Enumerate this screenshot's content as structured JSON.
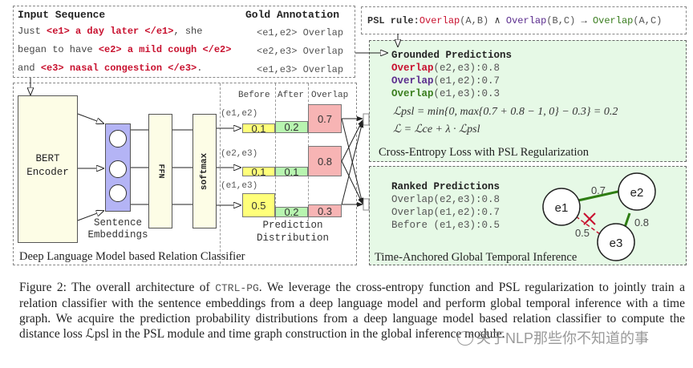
{
  "input_panel": {
    "title": "Input Sequence",
    "gold_title": "Gold Annotation",
    "lines": [
      {
        "pre": "Just ",
        "tagged": "<e1> a day later </e1>",
        "post": ", she"
      },
      {
        "pre": "began to have ",
        "tagged": "<e2> a mild cough </e2>",
        "post": ""
      },
      {
        "pre": "and ",
        "tagged": "<e3> nasal congestion </e3>",
        "post": "."
      }
    ],
    "gold": [
      "<e1,e2> Overlap",
      "<e2,e3> Overlap",
      "<e1,e3> Overlap"
    ]
  },
  "psl_rule": {
    "label": "PSL rule:",
    "term1": "Overlap",
    "args1": "(A,B)",
    "and": " ∧ ",
    "term2": "Overlap",
    "args2": "(B,C)",
    "arrow": " → ",
    "term3": "Overlap",
    "args3": "(A,C)"
  },
  "grounded": {
    "title": "Grounded Predictions",
    "items": [
      {
        "rel": "Overlap",
        "args": "(e2,e3):0.8",
        "color": "#c8102e"
      },
      {
        "rel": "Overlap",
        "args": "(e1,e2):0.7",
        "color": "#5b2d8e"
      },
      {
        "rel": "Overlap",
        "args": "(e1,e3):0.3",
        "color": "#3a7d1e"
      }
    ],
    "eq1": "ℒpsl = min{0, max{0.7 + 0.8 − 1, 0} − 0.3} = 0.2",
    "eq2": "ℒ = ℒce + λ · ℒpsl",
    "panel_label": "Cross-Entropy Loss with PSL Regularization"
  },
  "ranked": {
    "title": "Ranked Predictions",
    "items": [
      "Overlap(e2,e3):0.8",
      "Overlap(e1,e2):0.7",
      "Before (e1,e3):0.5"
    ],
    "panel_label": "Time-Anchored Global Temporal Inference"
  },
  "graph": {
    "nodes": [
      "e1",
      "e2",
      "e3"
    ],
    "edges": [
      {
        "from": "e1",
        "to": "e2",
        "weight": "0.7",
        "kept": true
      },
      {
        "from": "e2",
        "to": "e3",
        "weight": "0.8",
        "kept": true
      },
      {
        "from": "e1",
        "to": "e3",
        "weight": "0.5",
        "kept": false
      }
    ],
    "kept_color": "#2e7d12",
    "removed_color": "#c8102e"
  },
  "classifier": {
    "bert_label": [
      "BERT",
      "Encoder"
    ],
    "ffn_label": "FFN",
    "softmax_label": "softmax",
    "embeddings_label": [
      "Sentence",
      "Embeddings"
    ],
    "distribution_label": [
      "Prediction",
      "Distribution"
    ],
    "columns": [
      "Before",
      "After",
      "Overlap"
    ],
    "pairs": [
      {
        "name": "(e1,e2)",
        "before": "0.1",
        "after": "0.2",
        "overlap": "0.7"
      },
      {
        "name": "(e2,e3)",
        "before": "0.1",
        "after": "0.1",
        "overlap": "0.8"
      },
      {
        "name": "(e1,e3)",
        "before": "0.5",
        "after": "0.2",
        "overlap": "0.3"
      }
    ],
    "panel_label": "Deep Language Model based Relation Classifier"
  },
  "caption": {
    "prefix": "Figure 2: The overall architecture of ",
    "model": "CTRL-PG",
    "text": ". We leverage the cross-entropy function and PSL regularization to jointly train a relation classifier with the sentence embeddings from a deep language model and perform global temporal inference with a time graph. We acquire the prediction probability distributions from a deep language model based relation classifier to compute the distance loss ℒpsl in the PSL module and time graph construction in the global inference module.",
    "watermark": "关于NLP那些你不知道的事"
  },
  "colors": {
    "panel_green": "#e6f9e6",
    "bert_fill": "#fdfde6",
    "embed_fill": "#b4b4f5",
    "before_fill": "#ffff7a",
    "after_fill": "#b8f5b0",
    "overlap_fill": "#f7b4b4"
  }
}
